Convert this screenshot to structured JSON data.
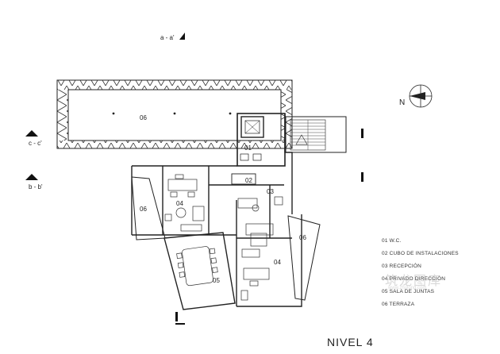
{
  "section_labels": {
    "aa": "a - a'",
    "cc": "c - c'",
    "bb": "b - b'"
  },
  "north_label": "N",
  "rooms": {
    "terrace_top": "06",
    "wc": "01",
    "shaft": "02",
    "reception": "03",
    "office_left": "04",
    "office_right": "04",
    "meeting": "05",
    "terrace_left": "06",
    "terrace_right": "06"
  },
  "legend": [
    "01 W.C.",
    "02 CUBO DE INSTALACIONES",
    "03 RECEPCIÓN",
    "04 PRIVADO DIRECCIÓN",
    "05 SALA DE JUNTAS",
    "06 TERRAZA"
  ],
  "level_title": "NIVEL 4",
  "watermark": {
    "main": "筑龙图库",
    "sub": "www.zhulong.com"
  }
}
